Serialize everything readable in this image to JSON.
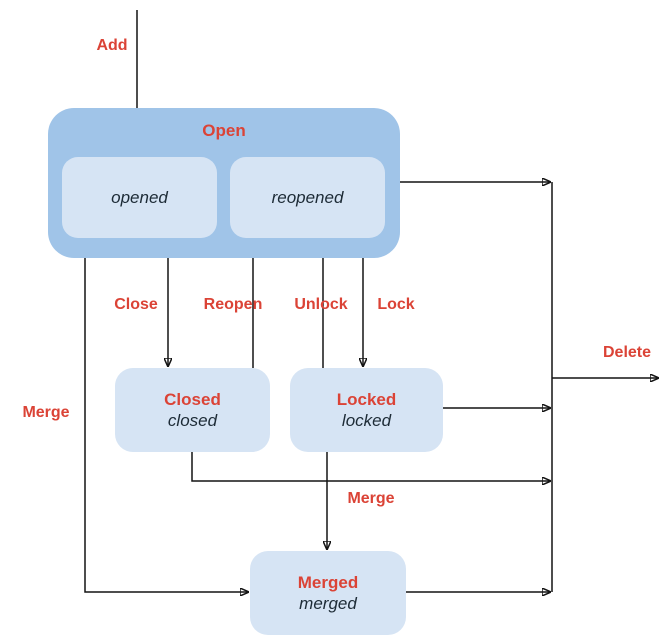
{
  "colors": {
    "background": "#ffffff",
    "group_fill": "#a0c4e8",
    "state_fill": "#d6e4f4",
    "label_red": "#db4336",
    "state_text": "#1d2b36",
    "arrow": "#141414"
  },
  "diagram": {
    "open_group": {
      "title": "Open",
      "substates": [
        {
          "label": "opened"
        },
        {
          "label": "reopened"
        }
      ]
    },
    "states": [
      {
        "title": "Closed",
        "subtitle": "closed"
      },
      {
        "title": "Locked",
        "subtitle": "locked"
      },
      {
        "title": "Merged",
        "subtitle": "merged"
      }
    ],
    "transition_labels": {
      "add": "Add",
      "close": "Close",
      "reopen": "Reopen",
      "unlock": "Unlock",
      "lock": "Lock",
      "merge_left": "Merge",
      "merge_middle": "Merge",
      "delete": "Delete"
    }
  }
}
